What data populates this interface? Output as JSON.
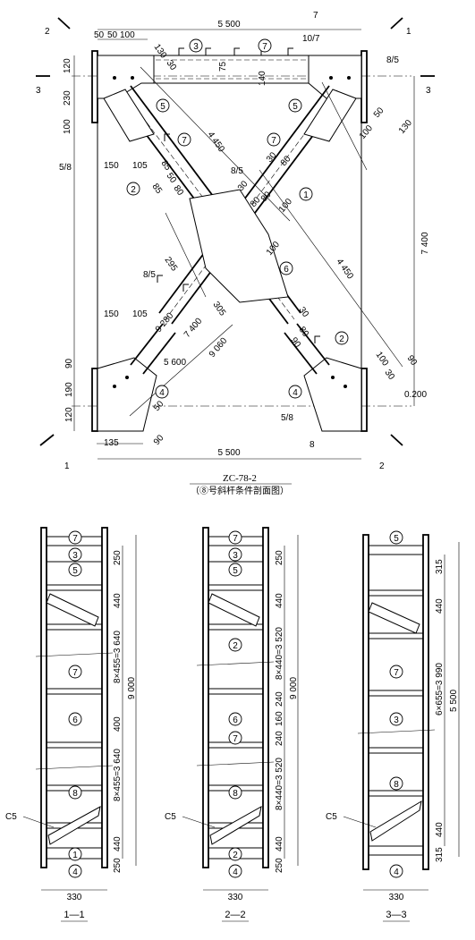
{
  "drawing": {
    "title": "ZC-78-2",
    "subtitle": "（⑧号斜杆条件剖面图）",
    "top_width": "5 500",
    "bottom_width": "5 500",
    "height": "7 400",
    "brace_length_upper": "4 450",
    "brace_length_right": "4 450",
    "diag_a": "9 280",
    "diag_b": "7 400",
    "diag_c": "5 600",
    "diag_d": "9 060",
    "elevation": "0.200",
    "dims_top": [
      "50",
      "50",
      "100",
      "130",
      "30",
      "75",
      "140"
    ],
    "dims_left": [
      "120",
      "230",
      "100",
      "150",
      "105",
      "85",
      "50",
      "80",
      "85",
      "80"
    ],
    "dims_mid": [
      "30",
      "80",
      "30",
      "80",
      "100",
      "100",
      "295",
      "305",
      "30",
      "90",
      "80"
    ],
    "dims_right": [
      "50",
      "100",
      "130",
      "100",
      "30",
      "90"
    ],
    "dims_bottom_left": [
      "150",
      "105",
      "90",
      "190",
      "120",
      "135",
      "50",
      "90"
    ],
    "part_marks": [
      "3",
      "7",
      "5",
      "5",
      "7",
      "7",
      "1",
      "2",
      "6",
      "2",
      "4",
      "4"
    ],
    "weld_tags": [
      "7",
      "10/7",
      "8/5",
      "5/8",
      "8/5",
      "8/5",
      "5/8",
      "8"
    ],
    "section_marks": [
      "2",
      "1",
      "3",
      "3",
      "1",
      "2"
    ]
  },
  "sections": [
    {
      "label": "1—1",
      "width": "330",
      "total": "9 000",
      "dims": [
        "250",
        "440",
        "8×455=3 640",
        "400",
        "8×455=3 640",
        "440",
        "250"
      ],
      "marks": [
        "7",
        "3",
        "5",
        "7",
        "6",
        "8",
        "1",
        "4"
      ],
      "weld": "C5"
    },
    {
      "label": "2—2",
      "width": "330",
      "total": "9 000",
      "dims": [
        "250",
        "440",
        "8×440=3 520",
        "240",
        "160",
        "240",
        "8×440=3 520",
        "440",
        "250"
      ],
      "marks": [
        "7",
        "3",
        "5",
        "2",
        "6",
        "7",
        "8",
        "2",
        "4"
      ],
      "weld": "C5"
    },
    {
      "label": "3—3",
      "width": "330",
      "total": "5 500",
      "dims": [
        "315",
        "440",
        "6×655=3 990",
        "440",
        "315"
      ],
      "marks": [
        "5",
        "7",
        "3",
        "8",
        "4"
      ],
      "weld": "C5"
    }
  ]
}
